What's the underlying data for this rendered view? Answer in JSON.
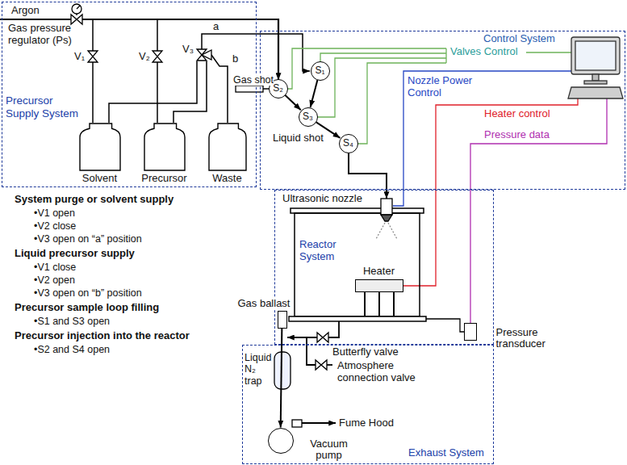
{
  "diagram": {
    "nodes": [
      {
        "text": [
          "Precursor Supply System"
        ]
      },
      {
        "text": [
          "Solvent"
        ],
        "in": 0
      },
      {
        "text": [
          "Precursor"
        ],
        "in": 0
      },
      {
        "text": [
          "Waste"
        ],
        "in": 0
      },
      {
        "text": [
          "Control System"
        ]
      },
      {
        "text": [
          "S₂"
        ],
        "in": 4
      },
      {
        "text": [
          "S₁"
        ],
        "in": 4
      },
      {
        "text": [
          "S₃"
        ],
        "in": 4
      },
      {
        "text": [
          "S₄"
        ],
        "in": 4
      },
      {
        "text": [
          "Reactor System"
        ]
      },
      {
        "text": [
          "Heater"
        ],
        "in": 9
      },
      {
        "text": [
          "Pressure transducer"
        ],
        "in": 9
      },
      {
        "text": [
          "Gas ballast"
        ],
        "in": 9
      },
      {
        "text": [
          "Exhaust System"
        ]
      },
      {
        "text": [
          "Vacuum pump"
        ],
        "in": 13
      }
    ],
    "edges": [
      {
        "from": 5,
        "to": 7,
        "arrow": "to"
      },
      {
        "from": 6,
        "to": 7,
        "arrow": "to"
      },
      {
        "from": 7,
        "to": 8,
        "label": "Liquid shot",
        "arrow": "to"
      },
      {
        "from": 12,
        "to": 14,
        "arrow": "to"
      }
    ],
    "labels": [
      "Argon",
      "Gas pressure regulator (Ps)",
      "V₁",
      "V₂",
      "V₃",
      "a",
      "b",
      "Gas shot",
      "Valves Control",
      "Nozzle Power Control",
      "Heater control",
      "Pressure data",
      "Ultrasonic nozzle",
      "Butterfly valve",
      "Atmosphere connection valve",
      "Liquid N₂ trap",
      "Fume Hood",
      "System purge or solvent supply",
      "•V1 open",
      "•V2 close",
      "•V3 open on “a” position",
      "Liquid precursor supply",
      "•V1 close",
      "•V2 open",
      "•V3 open on “b” position",
      "Precursor sample loop filling",
      "•S1 and S3 open",
      "Precursor injection into the reactor",
      "•S2 and S4 open"
    ]
  }
}
